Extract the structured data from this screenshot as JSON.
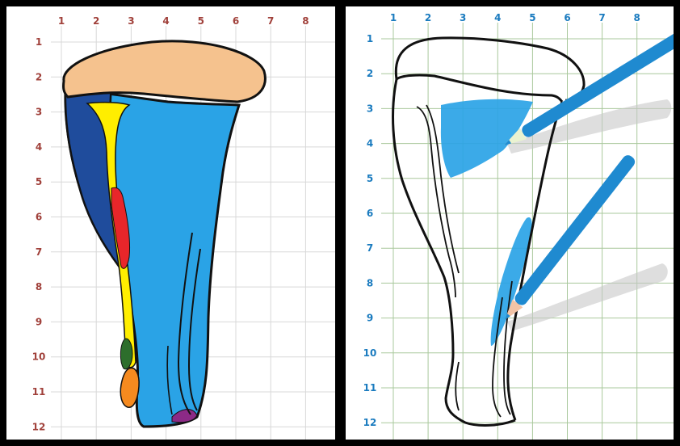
{
  "left_panel": {
    "col_labels": [
      "1",
      "2",
      "3",
      "4",
      "5",
      "6",
      "7",
      "8"
    ],
    "row_labels": [
      "1",
      "2",
      "3",
      "4",
      "5",
      "6",
      "7",
      "8",
      "9",
      "10",
      "11",
      "12"
    ],
    "label_color": "#a0403a",
    "grid_color": "#d8d8d8",
    "fills": {
      "orange_top": "#f5c28e",
      "dark_blue": "#1f4c9c",
      "light_blue": "#2aa3e6",
      "yellow": "#ffee00",
      "red": "#e8262a",
      "green": "#2d6e2c",
      "orange": "#f58a1f",
      "purple": "#8c2a86"
    }
  },
  "right_panel": {
    "col_labels": [
      "1",
      "2",
      "3",
      "4",
      "5",
      "6",
      "7",
      "8"
    ],
    "row_labels": [
      "1",
      "2",
      "3",
      "4",
      "5",
      "6",
      "7",
      "8",
      "9",
      "10",
      "11",
      "12"
    ],
    "label_color": "#1a7bbf",
    "grid_color": "#a9c89c",
    "pencil_color": "#1f8ad0",
    "scribble_color": "#2aa3e6",
    "pencil_tip_colors": [
      "#eaf3d0",
      "#f2c4a6"
    ],
    "shadow_color": "#c8c8c8"
  }
}
